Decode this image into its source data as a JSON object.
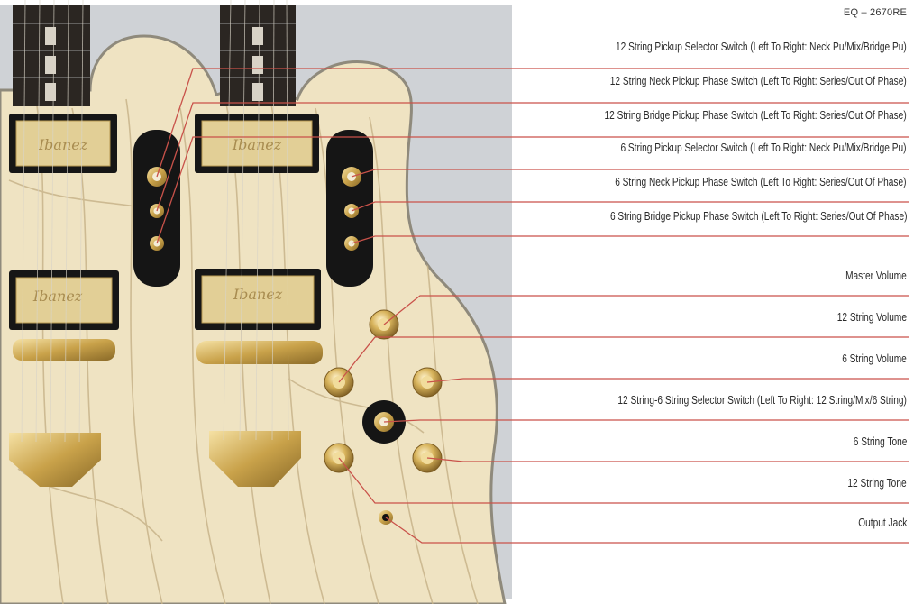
{
  "model": "EQ – 2670RE",
  "labels": [
    "12 String Pickup Selector Switch (Left To Right: Neck Pu/Mix/Bridge Pu)",
    "12 String Neck Pickup Phase Switch (Left To Right: Series/Out Of Phase)",
    "12 String Bridge Pickup Phase Switch (Left To Right: Series/Out Of Phase)",
    "6 String Pickup Selector Switch (Left To Right: Neck Pu/Mix/Bridge Pu)",
    "6 String Neck Pickup Phase Switch (Left To Right: Series/Out Of Phase)",
    "6 String Bridge Pickup Phase Switch (Left To Right: Series/Out Of Phase)",
    "Master Volume",
    "12 String Volume",
    "6 String Volume",
    "12 String-6 String Selector Switch (Left To Right: 12 String/Mix/6 String)",
    "6 String Tone",
    "12 String Tone",
    "Output Jack"
  ],
  "pickup_logo": "Ibanez",
  "colors": {
    "leader_line": "#c9524a",
    "backdrop": "#cfd2d6",
    "wood": "#efe3c2",
    "grain": "#c8b48a",
    "fretboard": "#2b2622",
    "gold": "#c9a24a",
    "plate": "#151515"
  }
}
